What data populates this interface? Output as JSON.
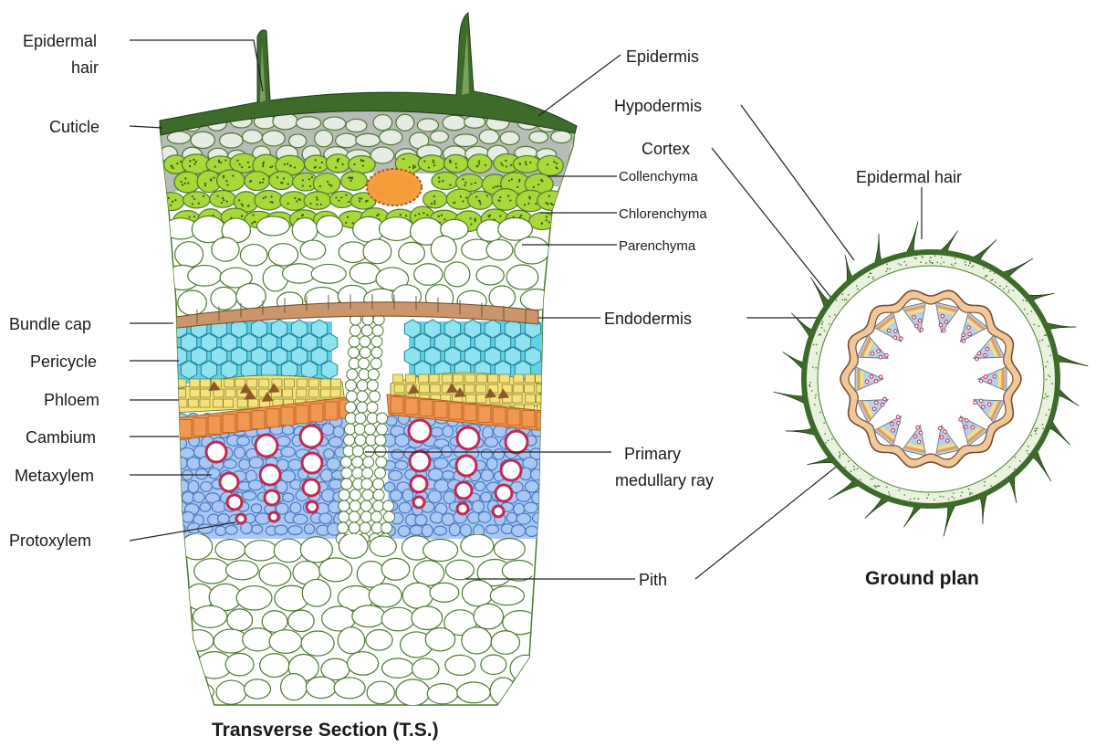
{
  "labels": {
    "epidermal_hair_1": "Epidermal",
    "epidermal_hair_2": "hair",
    "cuticle": "Cuticle",
    "epidermis": "Epidermis",
    "hypodermis": "Hypodermis",
    "cortex": "Cortex",
    "collenchyma": "Collenchyma",
    "chlorenchyma": "Chlorenchyma",
    "parenchyma": "Parenchyma",
    "bundle_cap": "Bundle cap",
    "pericycle": "Pericycle",
    "phloem": "Phloem",
    "cambium": "Cambium",
    "metaxylem": "Metaxylem",
    "protoxylem": "Protoxylem",
    "endodermis": "Endodermis",
    "medullary_1": "Primary",
    "medullary_2": "medullary ray",
    "pith": "Pith",
    "gp_epidermal_hair": "Epidermal hair"
  },
  "captions": {
    "ts": "Transverse Section (T.S.)",
    "ground_plan": "Ground plan"
  },
  "colors": {
    "epidermis": "#3d6b2a",
    "cuticle": "#b8bcb8",
    "collenchyma": "#e6ece4",
    "chlorenchyma": "#a9d83b",
    "parenchyma": "#ffffff",
    "cell_outline": "#4a7a2c",
    "bundle_cap": "#c9956a",
    "pericycle": "#62d2e6",
    "phloem": "#f7e27a",
    "phloem_companion": "#8a5a2a",
    "cambium": "#f09850",
    "xylem_ground": "#a9c9f4",
    "vessel": "#c02a4e",
    "oil_duct": "#f5a040"
  }
}
